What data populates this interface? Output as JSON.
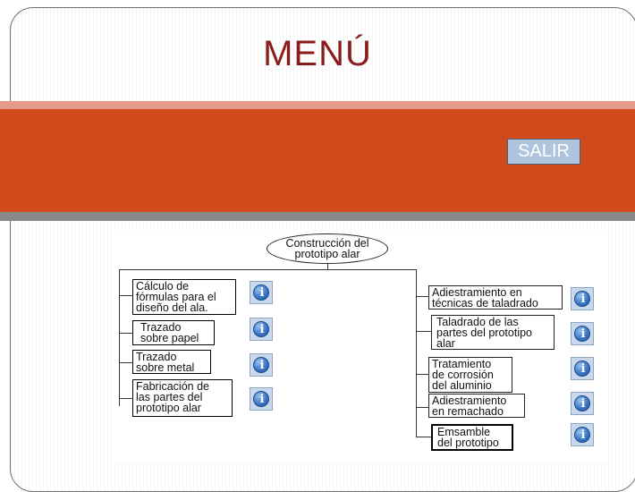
{
  "title": "MENÚ",
  "exit_button": {
    "label": "SALIR"
  },
  "diagram": {
    "root": {
      "line1": "Construcción del",
      "line2": "prototipo alar"
    },
    "left_items": [
      {
        "lines": [
          "Cálculo de",
          "fórmulas para el",
          "diseño del ala."
        ],
        "info_icon": "info-icon"
      },
      {
        "lines": [
          "Trazado",
          "sobre papel"
        ],
        "info_icon": "info-icon"
      },
      {
        "lines": [
          "Trazado",
          "sobre metal"
        ],
        "info_icon": "info-icon"
      },
      {
        "lines": [
          "Fabricación de",
          "las partes del",
          "prototipo alar"
        ],
        "info_icon": "info-icon"
      }
    ],
    "right_items": [
      {
        "lines": [
          "Adiestramiento en",
          "técnicas de taladrado"
        ],
        "info_icon": "info-icon"
      },
      {
        "lines": [
          "Taladrado de las",
          "partes del prototipo",
          "alar"
        ],
        "info_icon": "info-icon"
      },
      {
        "lines": [
          "Tratamiento",
          "de corrosión",
          "del aluminio"
        ],
        "info_icon": "info-icon"
      },
      {
        "lines": [
          "Adiestramiento",
          "en remachado"
        ],
        "info_icon": "info-icon"
      },
      {
        "lines": [
          "Emsamble",
          "del prototipo"
        ],
        "info_icon": "info-icon"
      }
    ]
  },
  "colors": {
    "title": "#8b1c1c",
    "band": "#d24a1b",
    "band_light": "#e49b8b",
    "band_dark": "#8a8a8a",
    "button": "#aec4dc"
  }
}
